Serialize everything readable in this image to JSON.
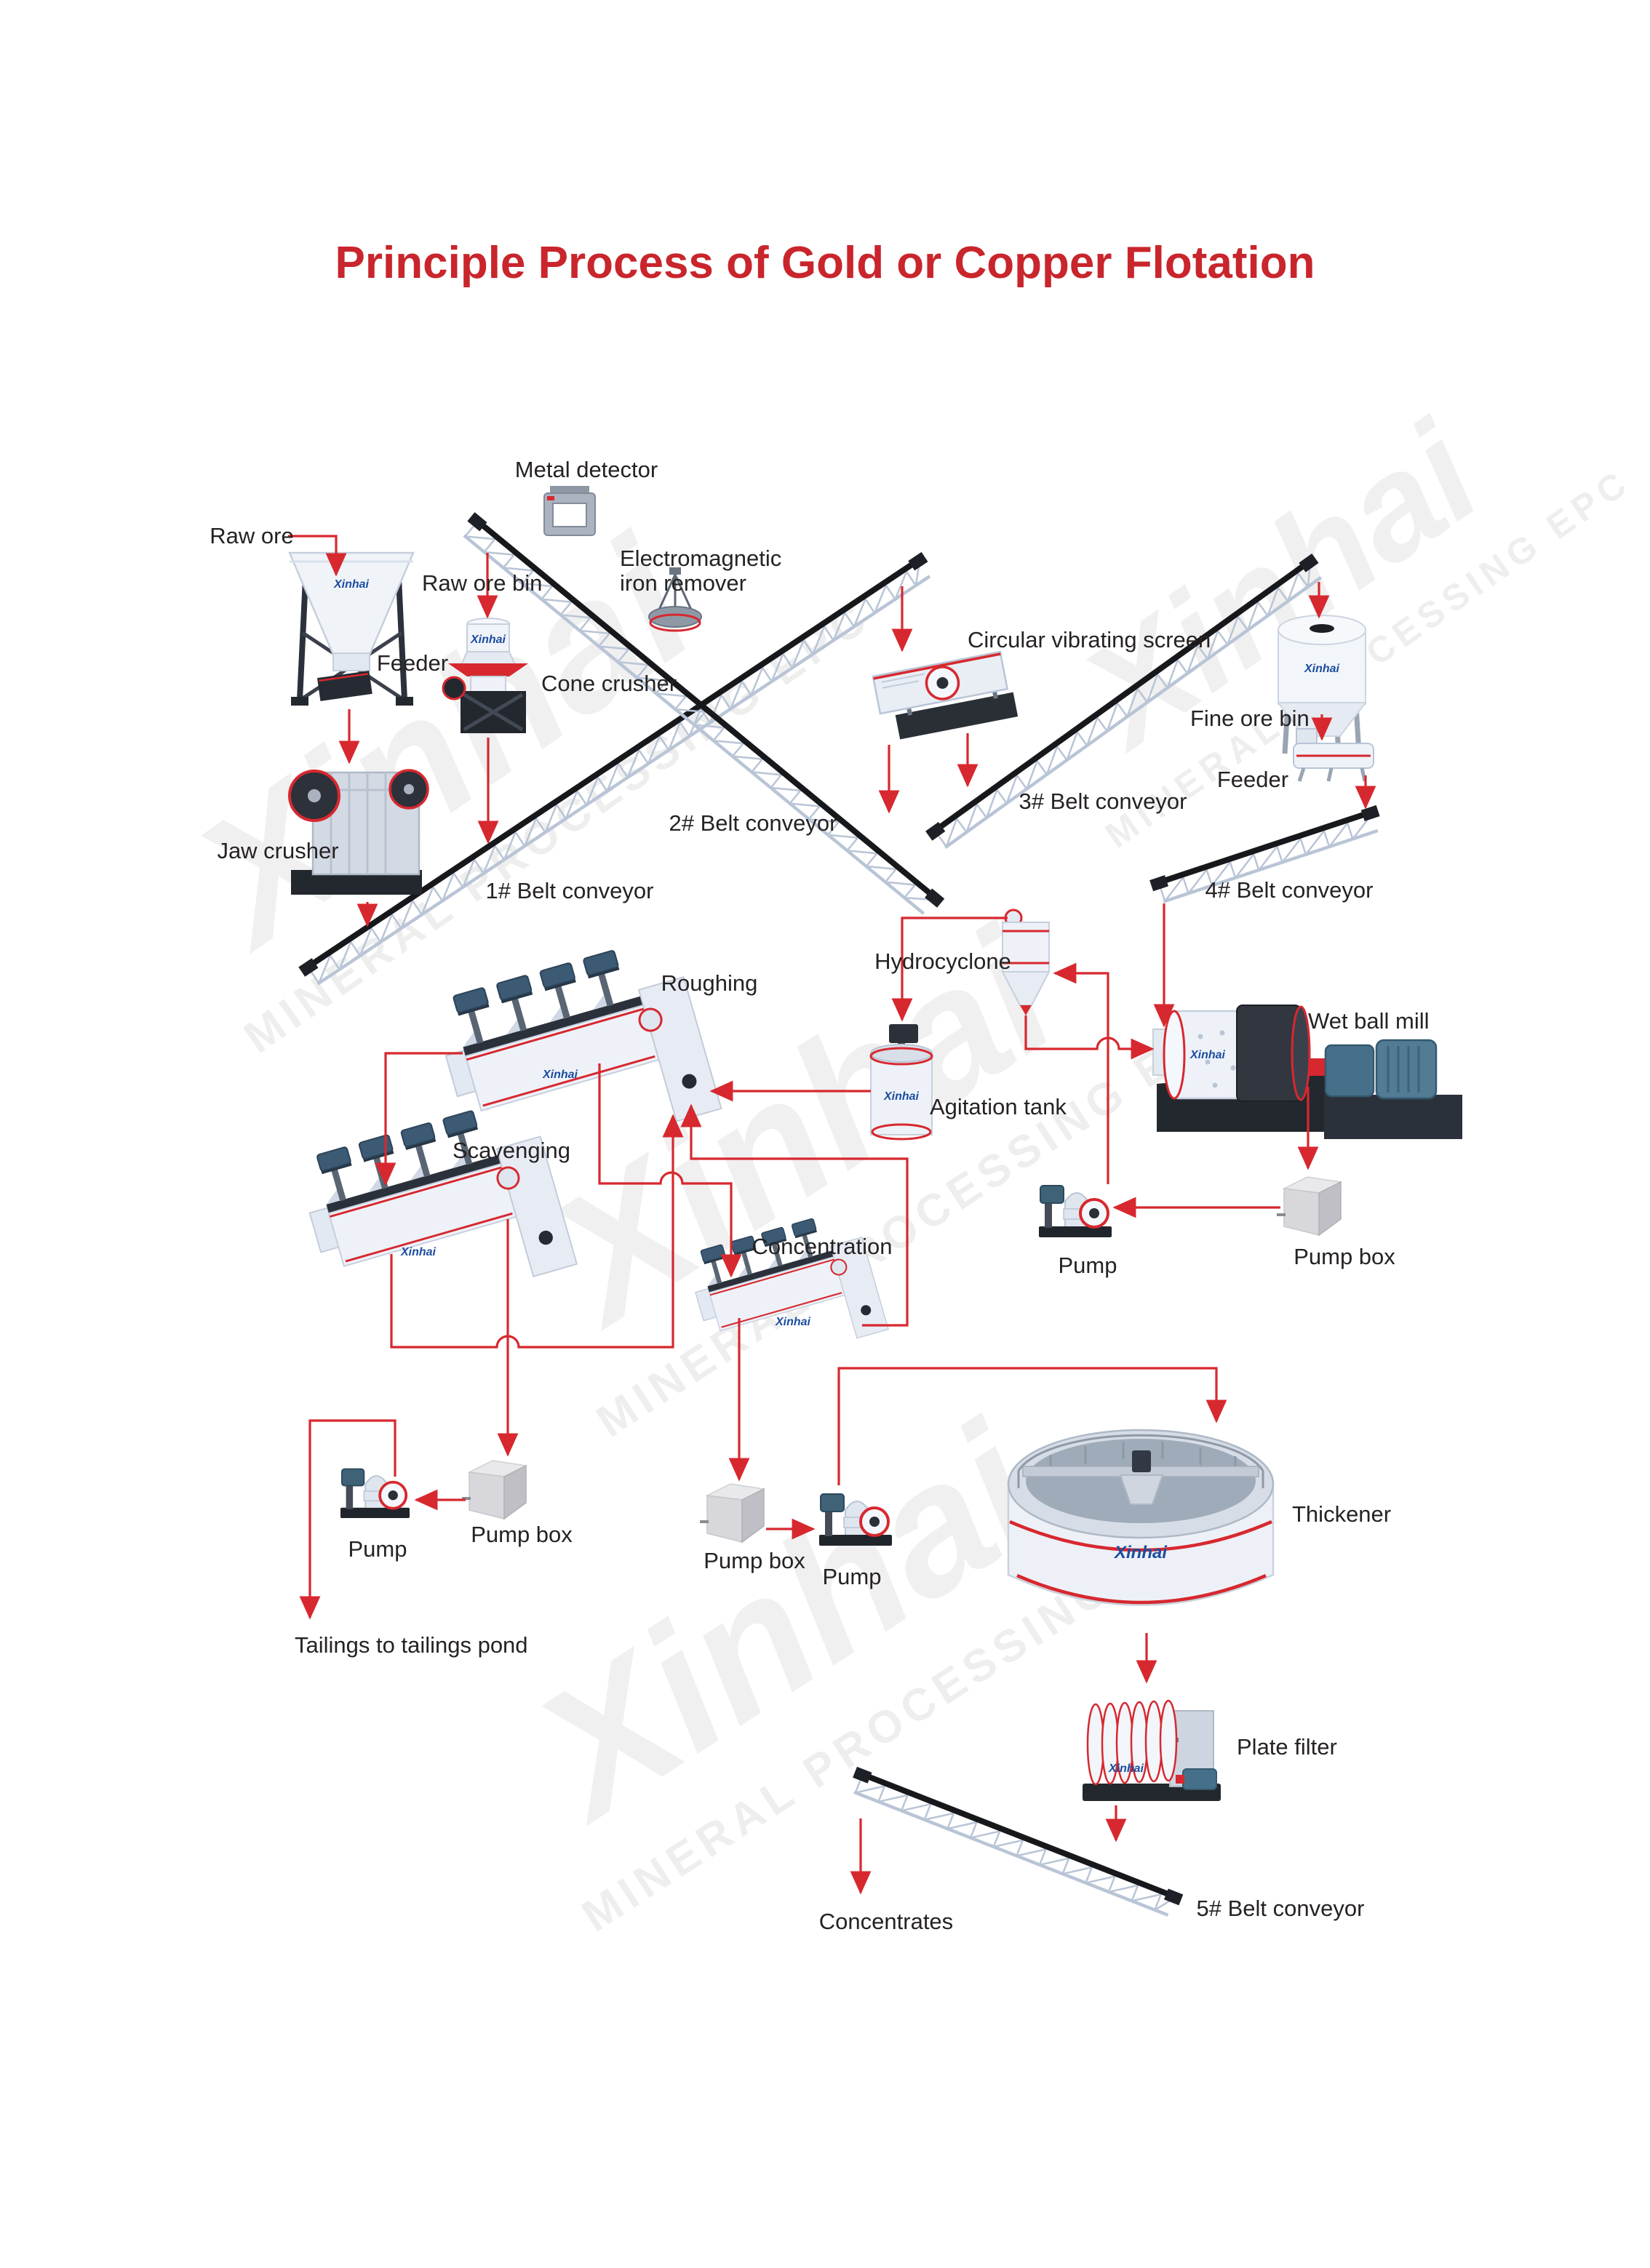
{
  "title": {
    "text": "Principle Process of Gold or Copper Flotation",
    "color": "#c9252c"
  },
  "brand": {
    "logo_text": "Xinhai",
    "watermark_line1": "Xinhai",
    "watermark_line2": "MINERAL PROCESSING EPC"
  },
  "colors": {
    "accent_red": "#d7282f",
    "title_red": "#c9252c",
    "label_dark": "#262223",
    "watermark_gray": "#8f8f8f",
    "steel_light": "#b9c5d6",
    "belt_dark": "#17181c",
    "machine_white": "#eef2f8",
    "frame_dark": "#2b313b",
    "motor_slate": "#3c5a73",
    "motor_teal": "#46708a"
  },
  "labels": {
    "raw_ore": "Raw ore",
    "raw_ore_bin": "Raw ore bin",
    "metal_detector": "Metal detector",
    "em_iron_remover_1": "Electromagnetic",
    "em_iron_remover_2": "iron remover",
    "feeder_left": "Feeder",
    "cone_crusher": "Cone crusher",
    "jaw_crusher": "Jaw crusher",
    "belt1": "1# Belt conveyor",
    "belt2": "2# Belt conveyor",
    "belt3": "3# Belt conveyor",
    "belt4": "4# Belt conveyor",
    "belt5": "5# Belt conveyor",
    "circular_vibrating_screen": "Circular vibrating screen",
    "fine_ore_bin": "Fine ore bin",
    "feeder_right": "Feeder",
    "hydrocyclone": "Hydrocyclone",
    "wet_ball_mill": "Wet ball mill",
    "agitation_tank": "Agitation tank",
    "roughing": "Roughing",
    "scavenging": "Scavenging",
    "concentration": "Concentration",
    "pump_grinding": "Pump",
    "pump_box_grinding": "Pump box",
    "pump_left": "Pump",
    "pump_box_left": "Pump box",
    "pump_box_middle": "Pump box",
    "pump_middle": "Pump",
    "thickener": "Thickener",
    "plate_filter": "Plate filter",
    "concentrates": "Concentrates",
    "tailings": "Tailings to tailings pond"
  }
}
